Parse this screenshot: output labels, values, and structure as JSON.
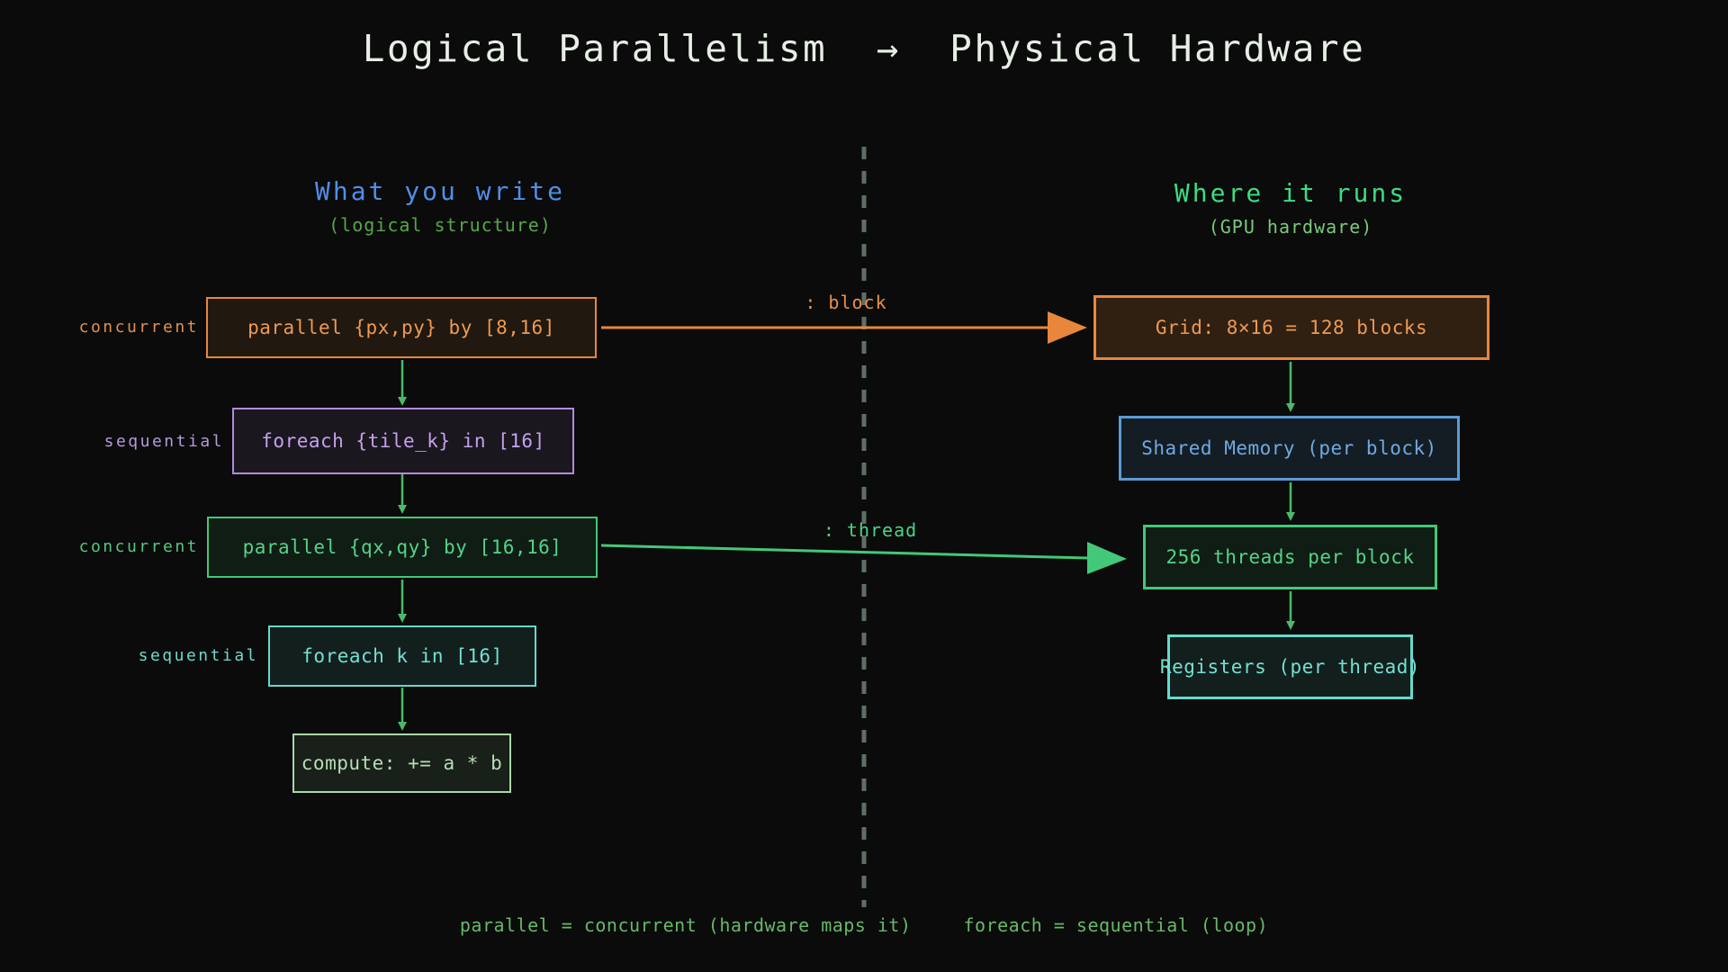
{
  "title": "Logical Parallelism  →  Physical Hardware",
  "columns": {
    "left": {
      "heading": "What you write",
      "subheading": "(logical structure)"
    },
    "right": {
      "heading": "Where it runs",
      "subheading": "(GPU hardware)"
    }
  },
  "left_boxes": [
    {
      "label": "parallel {px,py} by [8,16]",
      "side_label": "concurrent",
      "color": "#e8863c"
    },
    {
      "label": "foreach {tile_k} in [16]",
      "side_label": "sequential",
      "color": "#b589e0"
    },
    {
      "label": "parallel {qx,qy} by [16,16]",
      "side_label": "concurrent",
      "color": "#42c878"
    },
    {
      "label": "foreach k in [16]",
      "side_label": "sequential",
      "color": "#66d9cc"
    },
    {
      "label": "compute: += a * b",
      "side_label": "",
      "color": "#a8d8a8"
    }
  ],
  "right_boxes": [
    {
      "label": "Grid: 8×16 = 128 blocks",
      "color": "#e8863c"
    },
    {
      "label": "Shared Memory (per block)",
      "color": "#5b9bd5"
    },
    {
      "label": "256 threads per block",
      "color": "#42c878"
    },
    {
      "label": "Registers (per thread)",
      "color": "#66d9cc"
    }
  ],
  "arrow_labels": {
    "block": ": block",
    "thread": ": thread"
  },
  "footer": {
    "left": "parallel = concurrent (hardware maps it)",
    "right": "foreach = sequential (loop)"
  },
  "colors": {
    "background": "#0a0b0a",
    "title": "#e6eee5",
    "heading_blue": "#4f8fea",
    "heading_green": "#3ddc84",
    "orange": "#e8863c",
    "purple": "#b589e0",
    "green": "#42c878",
    "teal": "#66d9cc",
    "light_green": "#a8d8a8",
    "blue": "#5b9bd5",
    "connector": "#4db86a",
    "divider": "#5f6f62",
    "footer_green": "#68b868"
  }
}
